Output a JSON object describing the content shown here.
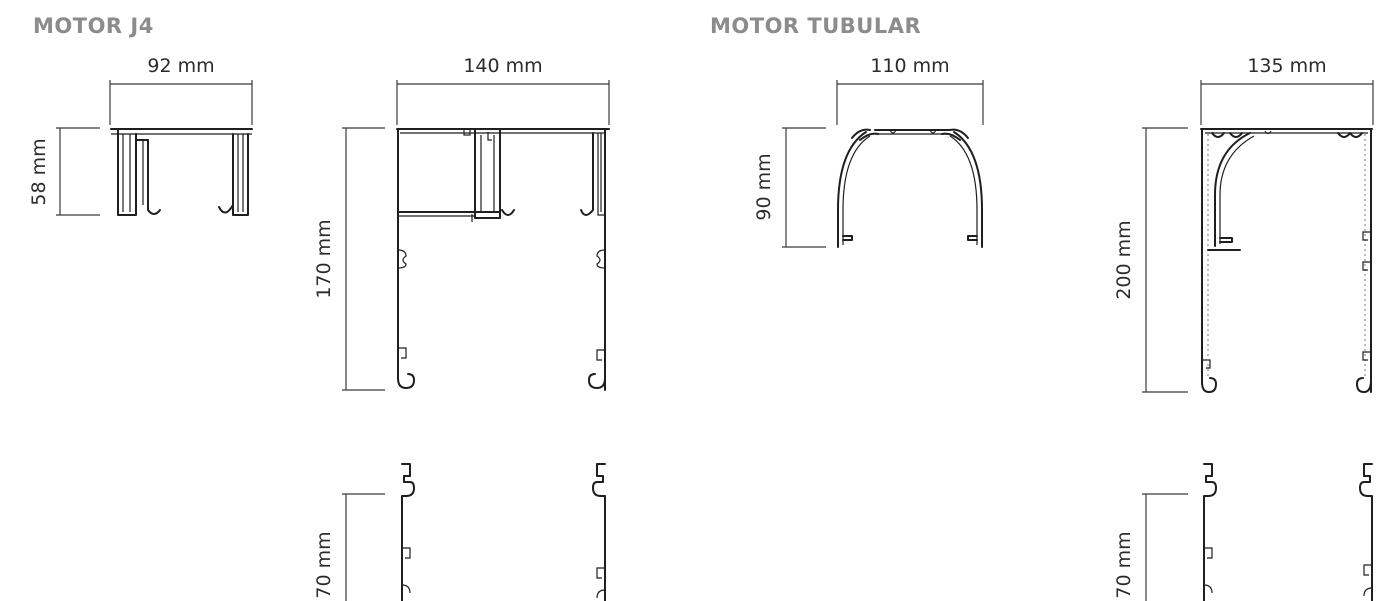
{
  "sections": {
    "j4": {
      "title": "MOTOR J4"
    },
    "tubular": {
      "title": "MOTOR TUBULAR"
    }
  },
  "dims": {
    "j4_small_width": "92 mm",
    "j4_small_height": "58 mm",
    "j4_box_width": "140 mm",
    "j4_box_height": "170 mm",
    "j4_ext_height": "70 mm",
    "tub_small_width": "110 mm",
    "tub_small_height": "90 mm",
    "tub_box_width": "135 mm",
    "tub_box_height": "200 mm",
    "tub_ext_height": "70 mm"
  },
  "colors": {
    "heading": "#8c8c8c",
    "line": "#1f1f1f"
  }
}
